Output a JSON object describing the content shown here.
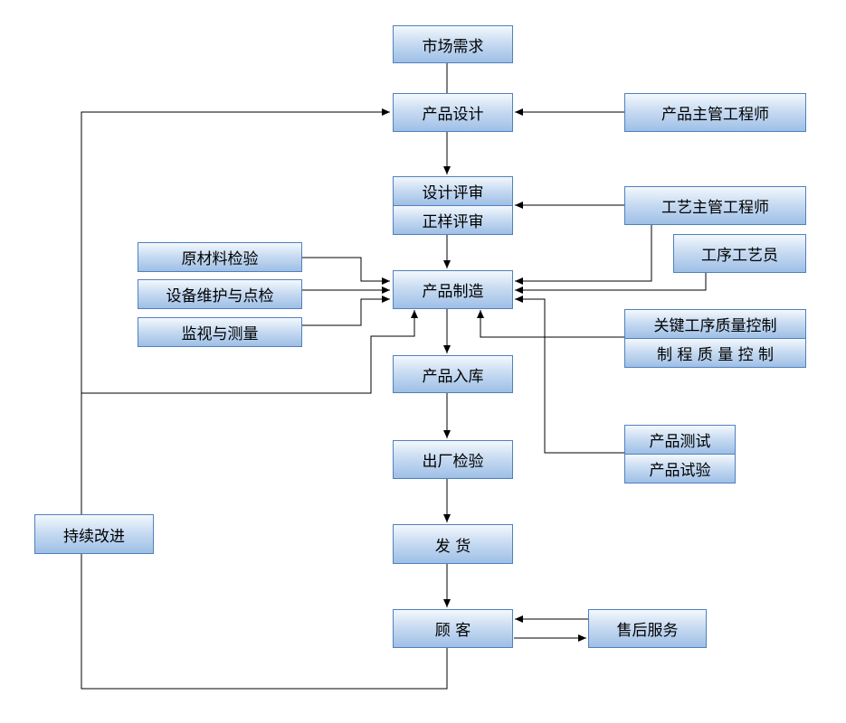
{
  "nodes": {
    "market_demand": "市场需求",
    "product_design": "产品设计",
    "product_chief_engineer": "产品主管工程师",
    "design_review": "设计评审",
    "sample_review": "正样评审",
    "process_chief_engineer": "工艺主管工程师",
    "process_technician": "工序工艺员",
    "raw_material_inspection": "原材料检验",
    "equipment_maintenance_inspection": "设备维护与点检",
    "monitoring_measurement": "监视与测量",
    "product_manufacturing": "产品制造",
    "key_process_quality_control": "关键工序质量控制",
    "process_quality_control": "制 程 质 量 控 制",
    "product_warehousing": "产品入库",
    "factory_inspection": "出厂检验",
    "product_testing": "产品测试",
    "product_trial": "产品试验",
    "delivery": "发  货",
    "customer": "顾  客",
    "after_sales_service": "售后服务",
    "continuous_improvement": "持续改进"
  },
  "colors": {
    "box_border": "#4f81bd",
    "box_fill_top": "#f3f8fd",
    "box_fill_bottom": "#9ebfe6",
    "line": "#000000"
  }
}
